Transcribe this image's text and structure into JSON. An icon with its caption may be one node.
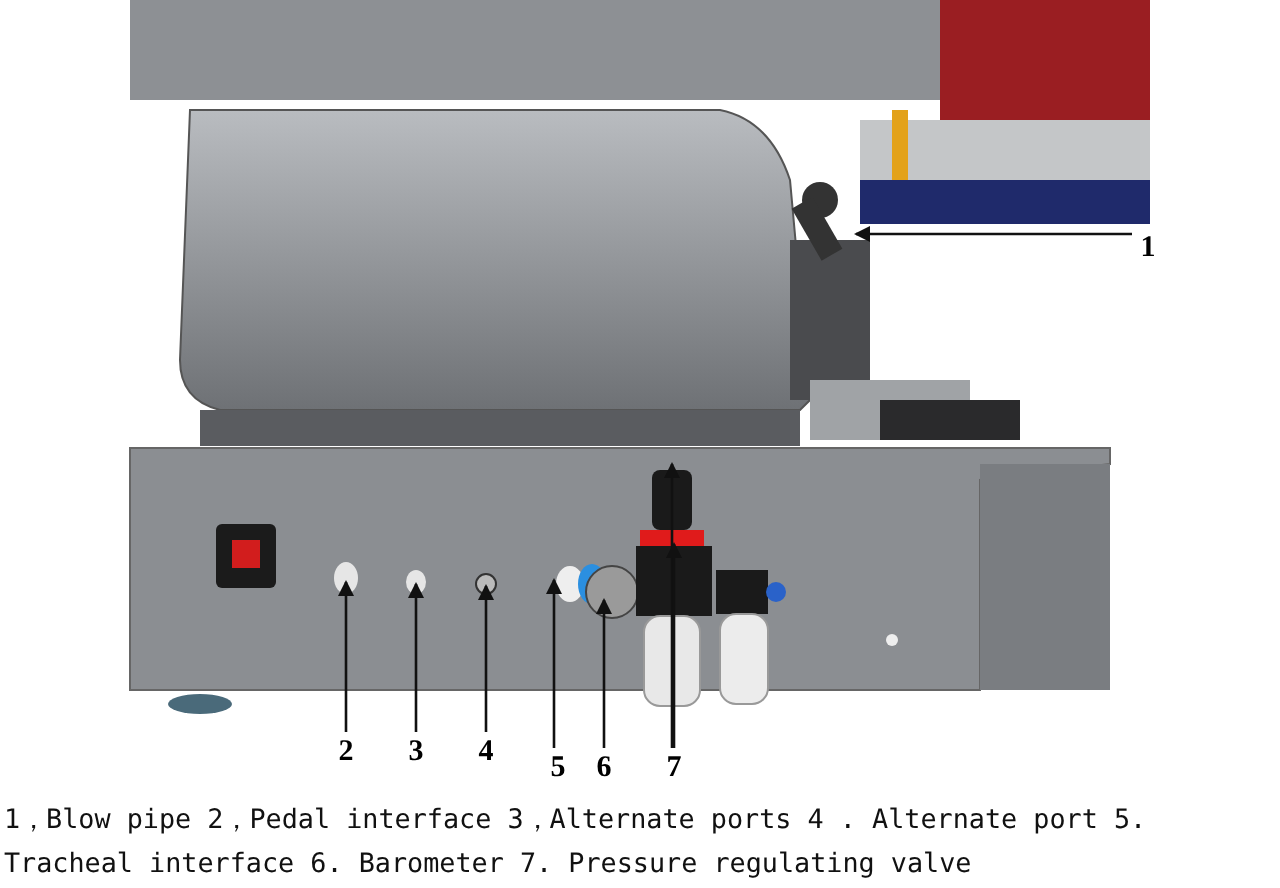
{
  "diagram": {
    "caption": "1，Blow pipe 2，Pedal interface 3，Alternate ports 4 .  Alternate port 5. Tracheal interface 6. Barometer 7. Pressure regulating valve",
    "nodes": [
      {
        "text": [
          "1"
        ]
      },
      {
        "text": [
          "2"
        ]
      },
      {
        "text": [
          "3"
        ]
      },
      {
        "text": [
          "4"
        ]
      },
      {
        "text": [
          "5"
        ]
      },
      {
        "text": [
          "6"
        ]
      },
      {
        "text": [
          "7"
        ]
      }
    ],
    "edges": [
      {
        "from": 0,
        "to": null,
        "arrow": "to"
      },
      {
        "from": 1,
        "to": null,
        "arrow": "to"
      },
      {
        "from": 2,
        "to": null,
        "arrow": "to"
      },
      {
        "from": 3,
        "to": null,
        "arrow": "to"
      },
      {
        "from": 4,
        "to": null,
        "arrow": "to"
      },
      {
        "from": 5,
        "to": null,
        "arrow": "to"
      },
      {
        "from": 6,
        "to": null,
        "arrow": "to"
      },
      {
        "from": 6,
        "to": null,
        "arrow": "to"
      }
    ]
  }
}
